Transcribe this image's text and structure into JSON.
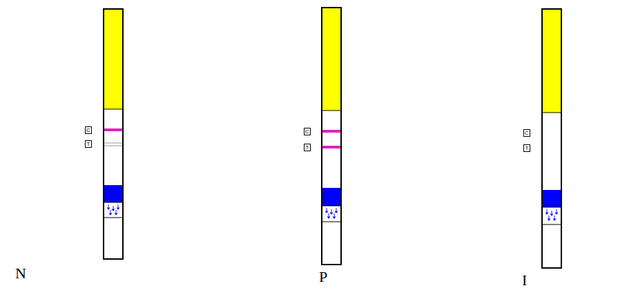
{
  "diagram": {
    "nodes": [
      {
        "text": [
          "C"
        ]
      },
      {
        "text": [
          "T"
        ]
      },
      {
        "text": [
          "C"
        ]
      },
      {
        "text": [
          "T"
        ]
      },
      {
        "text": [
          "C"
        ]
      },
      {
        "text": [
          "T"
        ]
      }
    ],
    "labels": [
      "N",
      "P",
      "I"
    ]
  }
}
